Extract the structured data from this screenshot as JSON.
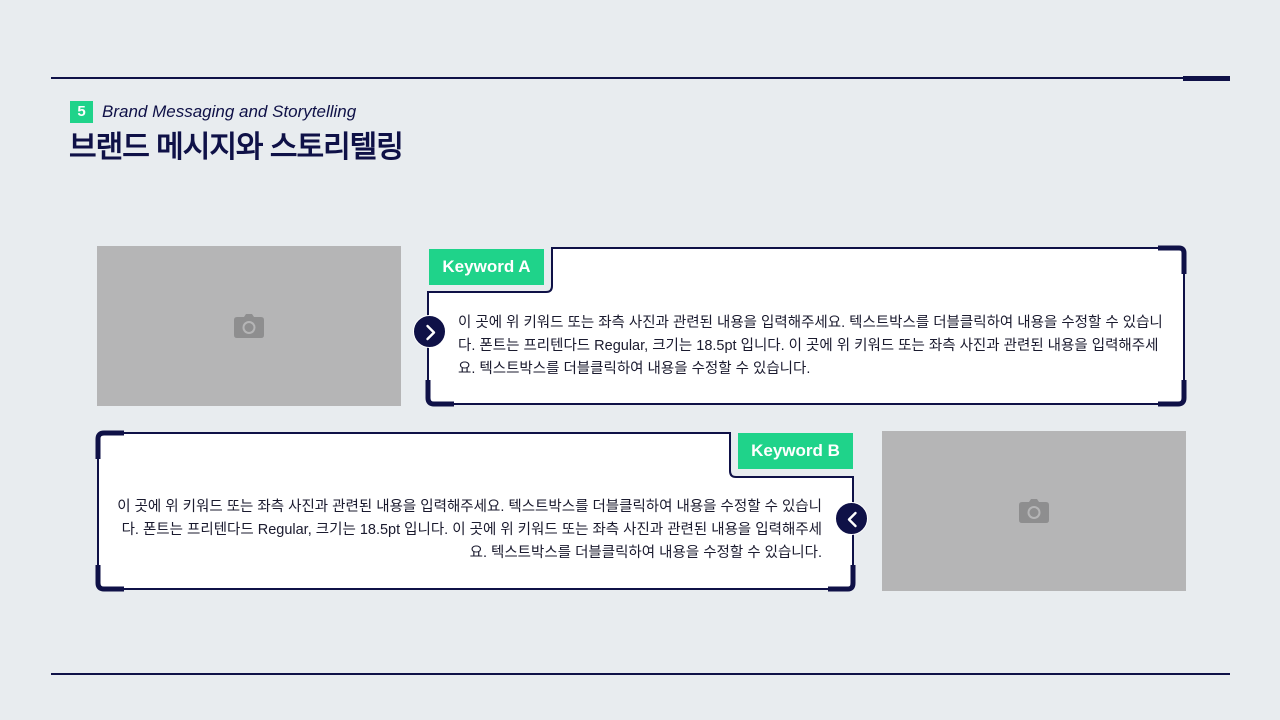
{
  "header": {
    "section_number": "5",
    "subtitle": "Brand Messaging and Storytelling",
    "title": "브랜드 메시지와 스토리텔링"
  },
  "cards": [
    {
      "keyword": "Keyword A",
      "body": "이 곳에 위 키워드 또는 좌측 사진과 관련된 내용을 입력해주세요. 텍스트박스를 더블클릭하여 내용을 수정할 수 있습니다. 폰트는 프리텐다드 Regular, 크기는 18.5pt  입니다. 이 곳에 위 키워드 또는 좌측 사진과 관련된 내용을 입력해주세요. 텍스트박스를 더블클릭하여 내용을 수정할 수 있습니다.",
      "arrow_icon": "chevron-right-icon",
      "photo_icon": "camera-icon"
    },
    {
      "keyword": "Keyword B",
      "body": "이 곳에 위 키워드 또는 좌측 사진과 관련된 내용을 입력해주세요. 텍스트박스를 더블클릭하여 내용을 수정할 수 있습니다. 폰트는 프리텐다드 Regular, 크기는 18.5pt  입니다. 이 곳에 위 키워드 또는 좌측 사진과 관련된 내용을 입력해주세요. 텍스트박스를 더블클릭하여 내용을 수정할 수 있습니다.",
      "arrow_icon": "chevron-left-icon",
      "photo_icon": "camera-icon"
    }
  ],
  "colors": {
    "navy": "#0f1147",
    "accent_green": "#1fd38a",
    "background": "#e8ecef",
    "photo_placeholder": "#b5b5b6"
  }
}
